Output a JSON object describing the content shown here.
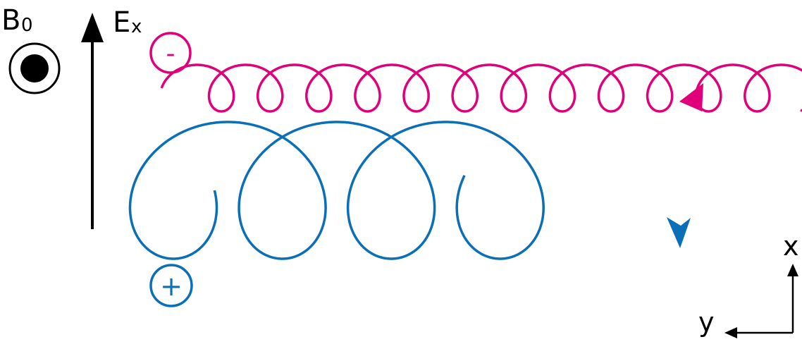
{
  "magnetic_field": {
    "label_main": "B",
    "label_sub": "0",
    "symbol": "out-of-page-dot-icon",
    "color": "#000000"
  },
  "electric_field": {
    "label_main": "E",
    "label_sub": "x",
    "direction": "up",
    "color": "#000000"
  },
  "electron": {
    "charge_label": "-",
    "color": "#e0007a",
    "gyration": "small",
    "drift": "right"
  },
  "ion": {
    "charge_label": "+",
    "color": "#0a6fb7",
    "gyration": "large",
    "drift": "right"
  },
  "axes": {
    "x_label": "x",
    "y_label": "y",
    "x_direction": "up",
    "y_direction": "left",
    "color": "#000000"
  }
}
